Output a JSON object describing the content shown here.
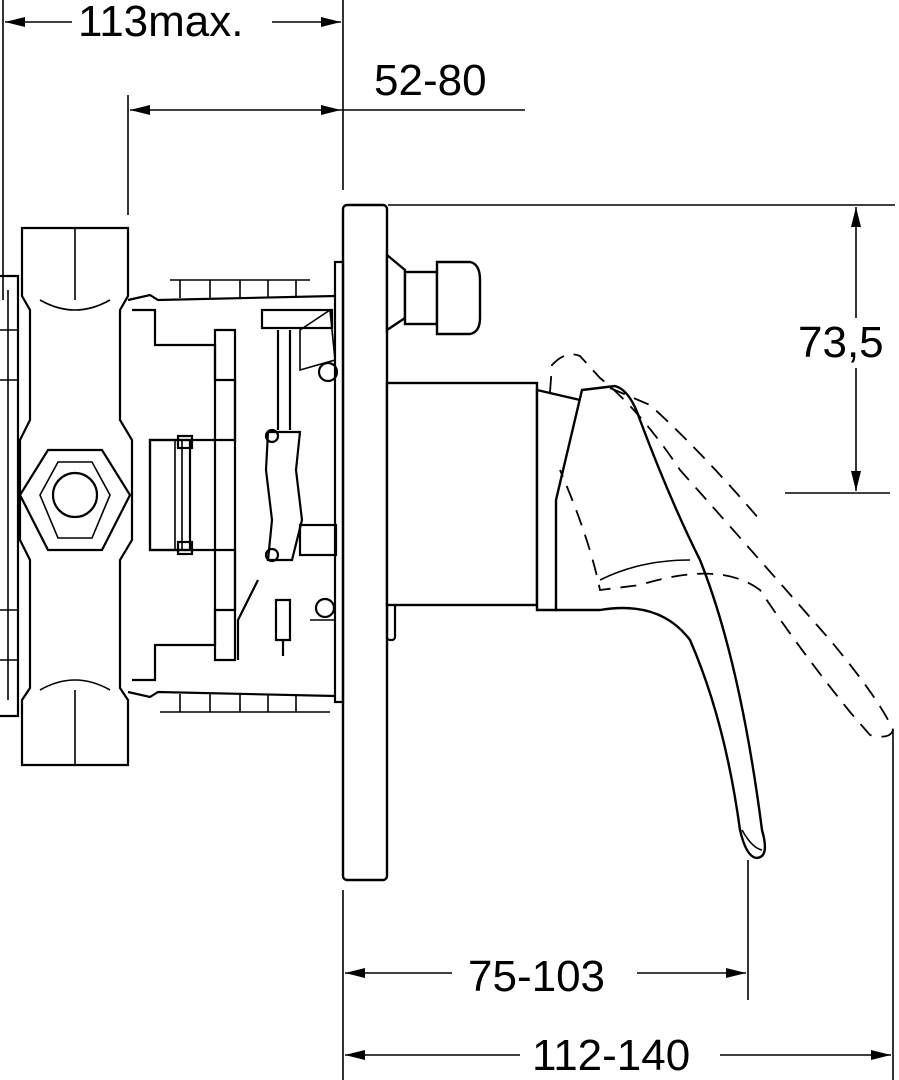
{
  "drawing": {
    "dimensions": {
      "depth_max": "113max.",
      "wall_range": "52-80",
      "height": "73,5",
      "lever_reach": "75-103",
      "total_reach": "112-140"
    },
    "line_color": "#000000",
    "background": "#ffffff"
  }
}
